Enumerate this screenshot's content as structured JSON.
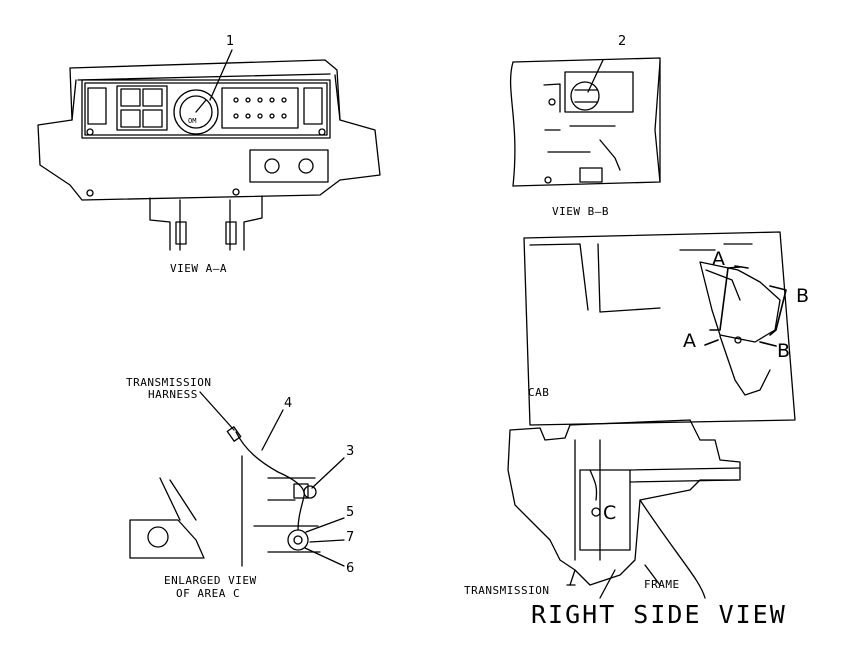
{
  "callouts": {
    "c1": "1",
    "c2": "2",
    "c3": "3",
    "c4": "4",
    "c5": "5",
    "c6": "6",
    "c7": "7"
  },
  "views": {
    "view_aa": "VIEW A–A",
    "view_bb": "VIEW B–B",
    "enlarged_line1": "ENLARGED VIEW",
    "enlarged_line2": "OF AREA C",
    "right_side": "RIGHT SIDE VIEW"
  },
  "labels": {
    "harness_line1": "TRANSMISSION",
    "harness_line2": "HARNESS",
    "cab": "CAB",
    "transmission": "TRANSMISSION",
    "frame": "FRAME",
    "gauge_text": "OM"
  },
  "section_marks": {
    "a_top": "A",
    "a_bottom": "A",
    "b_top": "B",
    "b_bottom": "B",
    "c": "C"
  }
}
